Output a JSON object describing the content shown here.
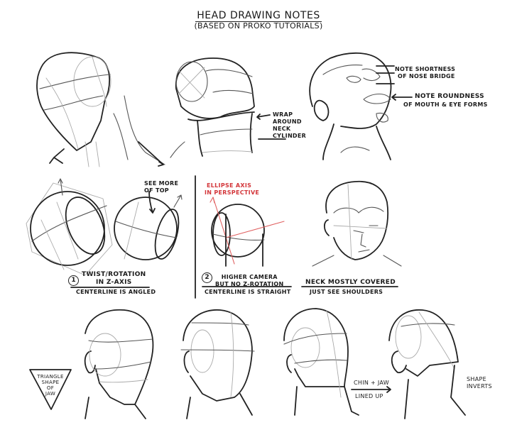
{
  "header": {
    "title": "HEAD DRAWING NOTES",
    "subtitle": "(BASED ON PROKO TUTORIALS)"
  },
  "row1": {
    "wrap_note": [
      "WRAP",
      "AROUND",
      "NECK",
      "CYLINDER"
    ],
    "nose_note": [
      "NOTE SHORTNESS",
      "OF NOSE BRIDGE"
    ],
    "mouth_note": [
      "NOTE ROUNDNESS",
      "OF MOUTH & EYE FORMS"
    ]
  },
  "row2": {
    "see_more_note": [
      "SEE MORE",
      "OF TOP"
    ],
    "note1": {
      "number": "1",
      "heading": [
        "TWIST/ROTATION",
        "IN Z-AXIS"
      ],
      "detail": "CENTERLINE IS ANGLED"
    },
    "ellipse_note": [
      "ELLIPSE AXIS",
      "IN PERSPECTIVE"
    ],
    "note2": {
      "number": "2",
      "heading": [
        "HIGHER CAMERA",
        "BUT NO Z-ROTATION"
      ],
      "detail": "CENTERLINE IS STRAIGHT"
    },
    "neck_note": {
      "heading": "NECK MOSTLY COVERED",
      "detail": "JUST SEE SHOULDERS"
    }
  },
  "row3": {
    "triangle_note": [
      "TRIANGLE",
      "SHAPE",
      "OF",
      "JAW"
    ],
    "chin_note": [
      "CHIN + JAW",
      "LINED UP"
    ],
    "shape_note": [
      "SHAPE",
      "INVERTS"
    ]
  },
  "colors": {
    "ink": "#222222",
    "accent_red": "#d3363a",
    "paper": "#ffffff"
  }
}
